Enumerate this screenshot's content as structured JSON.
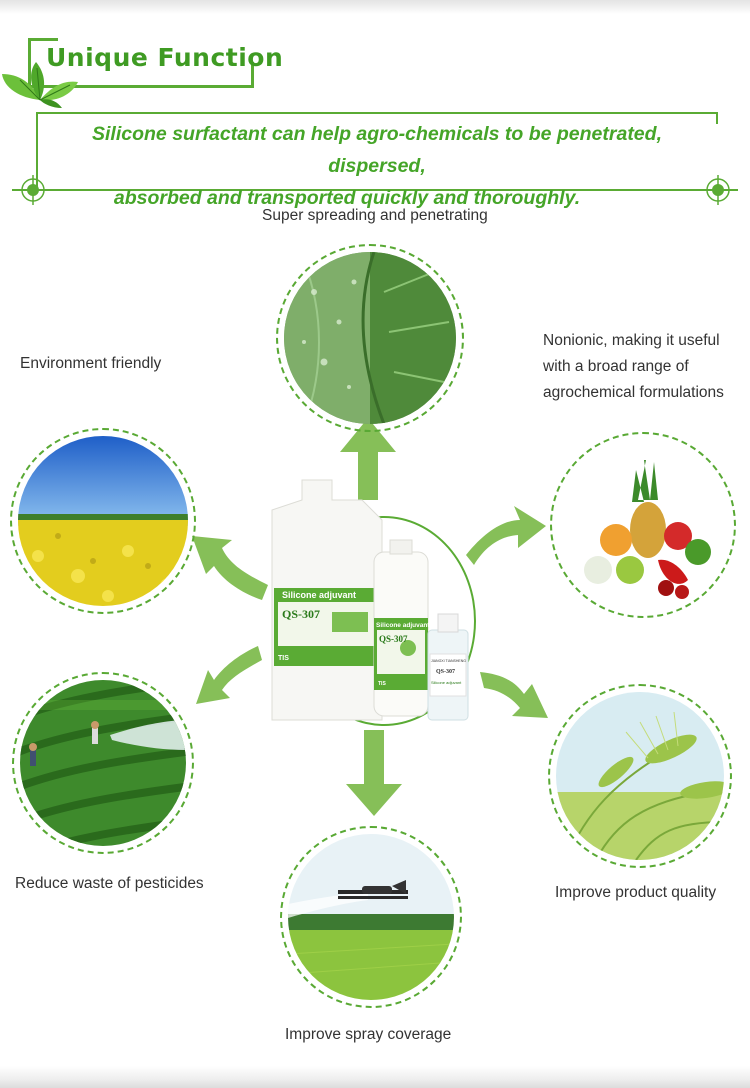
{
  "header": {
    "title": "Unique Function",
    "banner_line1": "Silicone surfactant can help agro-chemicals to be penetrated, dispersed,",
    "banner_line2": "absorbed and transported quickly and thoroughly."
  },
  "features": [
    {
      "id": "spreading",
      "label": "Super spreading and penetrating",
      "image": "water-droplets-on-leaf"
    },
    {
      "id": "nonionic",
      "label_lines": [
        "Nonionic, making it useful",
        "with a broad range of",
        "agrochemical formulations"
      ],
      "image": "fruits-and-vegetables"
    },
    {
      "id": "environment",
      "label": "Environment friendly",
      "image": "rapeseed-field-blue-sky"
    },
    {
      "id": "pesticides",
      "label": "Reduce waste  of pesticides",
      "image": "tea-plantation-spraying"
    },
    {
      "id": "quality",
      "label": "Improve product quality",
      "image": "wheat-ears"
    },
    {
      "id": "coverage",
      "label": "Improve spray coverage",
      "image": "crop-duster-plane-over-field"
    }
  ],
  "product": {
    "large_bottle_label": "Silicone adjuvant",
    "large_bottle_model": "QS-307",
    "large_bottle_brand": "TIS",
    "medium_bottle_label": "Silicone adjuvant",
    "medium_bottle_model": "QS-307",
    "medium_bottle_brand": "TIS",
    "small_bottle_maker": "JIANGXI TIANSHENG",
    "small_bottle_model": "QS-307",
    "small_bottle_label": "Silicone adjuvant"
  },
  "colors": {
    "accent_green": "#5aab34",
    "title_green": "#3f9b23",
    "text_dark": "#333333"
  }
}
